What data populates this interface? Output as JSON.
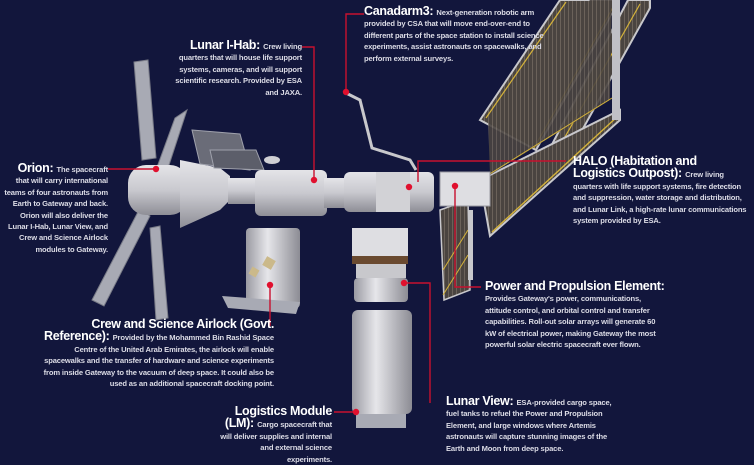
{
  "diagram": {
    "title": "Lunar Gateway modules",
    "background_color": "#12163c",
    "callout_color": "#c8102e",
    "panel_accent_color": "#d4b23a",
    "callouts": [
      {
        "id": "canadarm3",
        "title": "Canadarm3:",
        "text": "Next-generation robotic arm provided by CSA that will move end-over-end to different parts of the space station to install science experiments, assist astronauts on spacewalks, and perform external surveys."
      },
      {
        "id": "lunar-ihab",
        "title": "Lunar I-Hab:",
        "text": "Crew living quarters that will house life support systems, cameras, and will support scientific research. Provided by ESA and JAXA."
      },
      {
        "id": "orion",
        "title": "Orion:",
        "text": "The spacecraft that will carry international teams of four astronauts from Earth to Gateway and back. Orion will also deliver the Lunar I-Hab, Lunar View, and Crew and Science Airlock modules to Gateway."
      },
      {
        "id": "halo",
        "title": "HALO (Habitation and Logistics Outpost):",
        "text": "Crew living quarters with life support systems, fire detection and suppression, water storage and distribution, and Lunar Link, a high-rate lunar communications system provided by ESA."
      },
      {
        "id": "ppe",
        "title": "Power and Propulsion Element:",
        "text": "Provides Gateway's power, communications, attitude control, and orbital control and transfer capabilities. Roll-out solar arrays will generate 60 kW of electrical power, making Gateway the most powerful solar electric spacecraft ever flown."
      },
      {
        "id": "airlock",
        "title": "Crew and Science Airlock (Govt. Reference):",
        "text": "Provided by the Mohammed Bin Rashid Space Centre of the United Arab Emirates, the airlock will enable spacewalks and the transfer of hardware and science experiments from inside Gateway to the vacuum of deep space. It could also be used as an additional spacecraft docking point."
      },
      {
        "id": "logistics",
        "title": "Logistics Module (LM):",
        "text": "Cargo spacecraft that will deliver supplies and internal and external science experiments."
      },
      {
        "id": "lunar-view",
        "title": "Lunar View:",
        "text": "ESA-provided cargo space, fuel tanks to refuel the Power and Propulsion Element, and large windows where Artemis astronauts will capture stunning images of the Earth and Moon from deep space."
      }
    ]
  }
}
